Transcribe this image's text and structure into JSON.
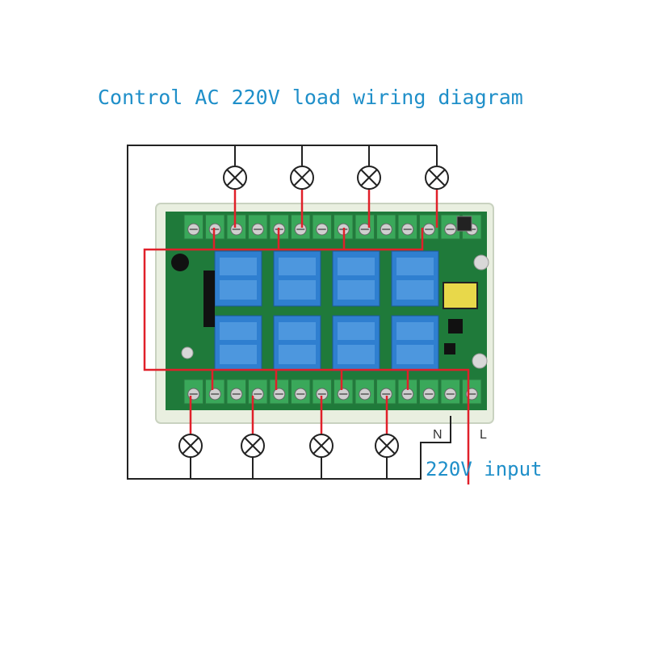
{
  "title": "Control AC 220V load wiring diagram",
  "input_label": "220V input",
  "neutral_label": "N",
  "live_label": "L",
  "board": {
    "relay_rows": 2,
    "relays_per_row": 4,
    "terminal_count_top": 14,
    "terminal_count_bottom": 14
  },
  "loads": {
    "top_lamps": 4,
    "bottom_lamps": 4
  },
  "colors": {
    "title_text": "#1f8fc9",
    "neutral_wire": "#222222",
    "live_wire": "#e0202a",
    "pcb": "#1f7a3a",
    "relay": "#2f7fd0",
    "terminal": "#3aa85a",
    "enclosure": "#e9efe0"
  }
}
